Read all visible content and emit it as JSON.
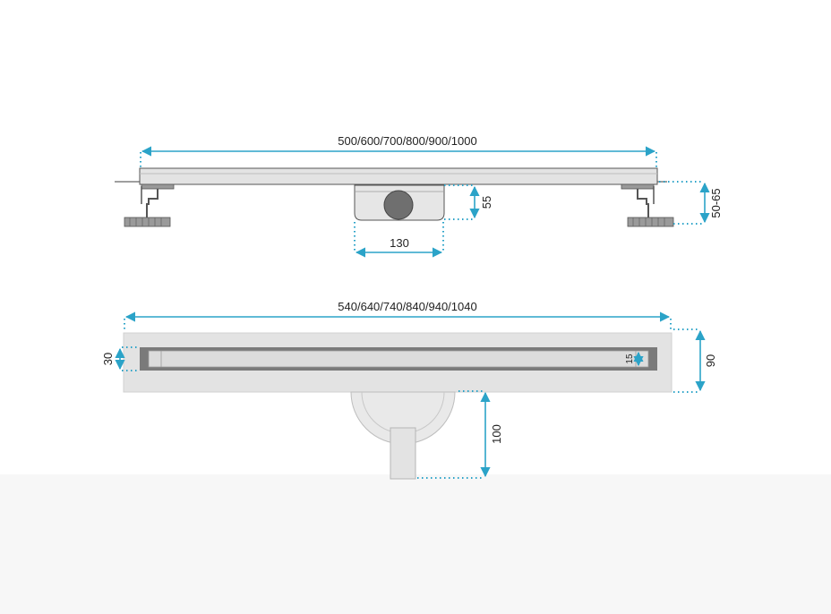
{
  "diagram": {
    "colors": {
      "dimension": "#2ba3c8",
      "outline": "#555555",
      "light_fill": "#e3e3e3",
      "mid_fill": "#bfbfbf",
      "dark_fill": "#7a7a7a",
      "background_band": "#f4f4f4"
    },
    "side_view": {
      "dim_length": "500/600/700/800/900/1000",
      "dim_outlet_height": "55",
      "dim_outlet_width": "130",
      "dim_leg_height": "50-65"
    },
    "top_view": {
      "dim_length": "540/640/740/840/940/1040",
      "dim_grate_width": "30",
      "dim_body_width": "90",
      "dim_slot_width": "15",
      "dim_outlet_length": "100"
    }
  }
}
